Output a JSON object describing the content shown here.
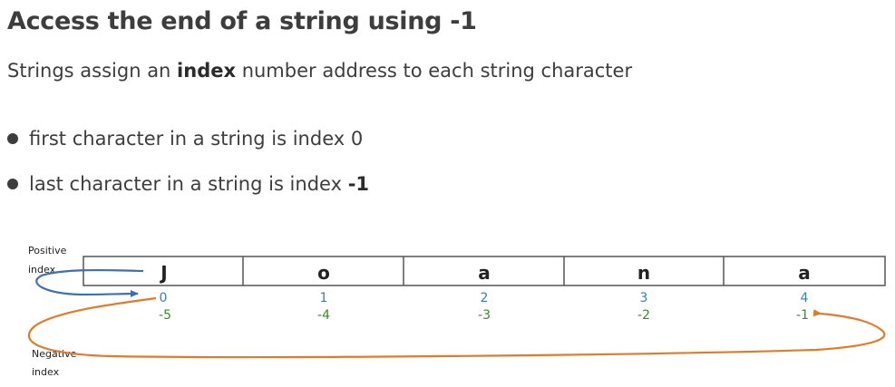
{
  "heading": "Access the end of a string using -1",
  "intro": {
    "before": "Strings assign an ",
    "bold": "index",
    "after": " number address to each string character"
  },
  "bullets": [
    {
      "text": "first character in a string is index 0",
      "bold": ""
    },
    {
      "text": "last character in a string is index ",
      "bold": "-1"
    }
  ],
  "diagram": {
    "positive_label": [
      "Positive",
      "index"
    ],
    "negative_label": [
      "Negative",
      "index"
    ],
    "cells": [
      {
        "char": "J",
        "pos": "0",
        "neg": "-5"
      },
      {
        "char": "o",
        "pos": "1",
        "neg": "-4"
      },
      {
        "char": "a",
        "pos": "2",
        "neg": "-3"
      },
      {
        "char": "n",
        "pos": "3",
        "neg": "-2"
      },
      {
        "char": "a",
        "pos": "4",
        "neg": "-1"
      }
    ],
    "colors": {
      "positive_arrow": "#3d6fb3",
      "negative_arrow": "#e07b2a",
      "positive_text": "#3b7bbf",
      "negative_text": "#3a8a2a"
    }
  }
}
